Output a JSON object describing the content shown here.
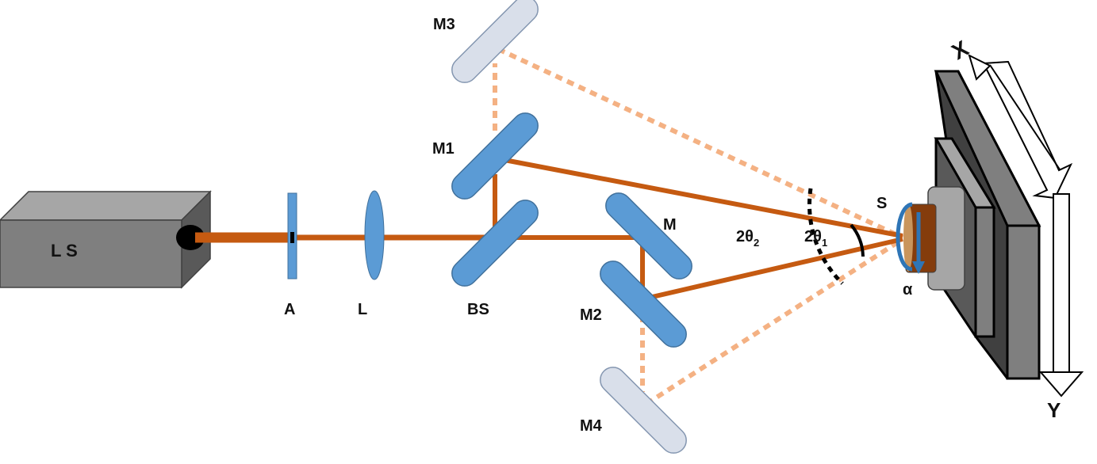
{
  "labels": {
    "laser_source": "L S",
    "aperture": "A",
    "lens": "L",
    "beam_splitter": "BS",
    "mirror_m1": "M1",
    "mirror_m2": "M2",
    "mirror_m3": "M3",
    "mirror_m4": "M4",
    "mirror_m": "M",
    "sample": "S",
    "angle_2theta1_base": "2θ",
    "angle_2theta1_sub": "1",
    "angle_2theta2_base": "2θ",
    "angle_2theta2_sub": "2",
    "rotation_alpha": "α",
    "axis_x": "X",
    "axis_y": "Y"
  },
  "colors": {
    "beam": "#c55a11",
    "beam_dashed": "#f4b183",
    "mirror_fill": "#5b9bd5",
    "mirror_stroke": "#41719c",
    "mirror_inactive_fill": "#d9dfea",
    "mirror_inactive_stroke": "#8496b0",
    "laser_box": "#7f7f7f",
    "stage_dark": "#404040",
    "stage_mid": "#7f7f7f",
    "stage_light": "#a6a6a6",
    "sample_holder": "#843c0c",
    "rotation_arrow": "#2e75b6"
  }
}
